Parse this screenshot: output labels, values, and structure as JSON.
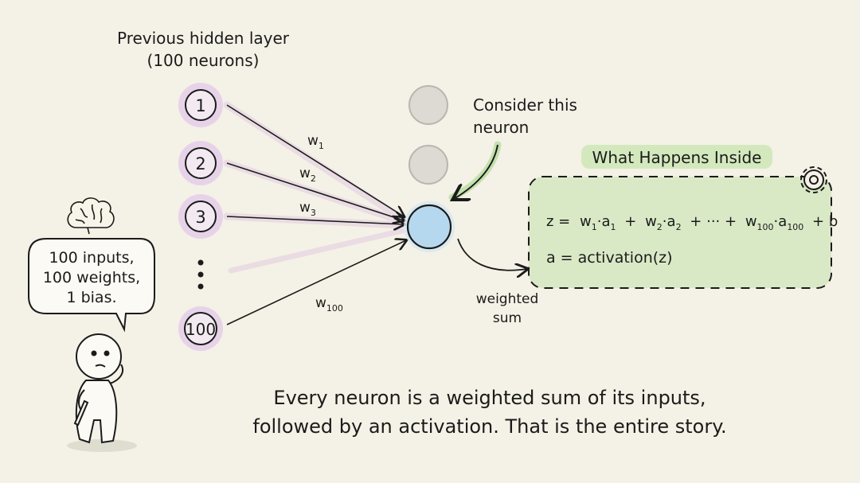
{
  "layer_title": {
    "line1": "Previous hidden layer",
    "line2": "(100 neurons)"
  },
  "input_neurons": [
    {
      "label": "1"
    },
    {
      "label": "2"
    },
    {
      "label": "3"
    },
    {
      "label": "100"
    }
  ],
  "weights": [
    {
      "w": "w",
      "sub": "1"
    },
    {
      "w": "w",
      "sub": "2"
    },
    {
      "w": "w",
      "sub": "3"
    },
    {
      "w": "w",
      "sub": "100"
    }
  ],
  "target_note": {
    "line1": "Consider this",
    "line2": "neuron"
  },
  "weighted_sum_note": {
    "line1": "weighted",
    "line2": "sum"
  },
  "inside_box": {
    "title": "What Happens Inside",
    "eq1": {
      "z": "z =",
      "w1": "w",
      "w1s": "1",
      "a1": "a",
      "a1s": "1",
      "plus1": "+",
      "w2": "w",
      "w2s": "2",
      "a2": "a",
      "a2s": "2",
      "plus2": "+ ··· +",
      "w100": "w",
      "w100s": "100",
      "a100": "a",
      "a100s": "100",
      "plusb": "+ b"
    },
    "eq2": "a = activation(z)"
  },
  "speech": {
    "line1": "100 inputs,",
    "line2": "100 weights,",
    "line3": "1 bias."
  },
  "caption": {
    "line1": "Every neuron is a weighted sum of its inputs,",
    "line2": "followed by an activation. That is the entire story."
  }
}
